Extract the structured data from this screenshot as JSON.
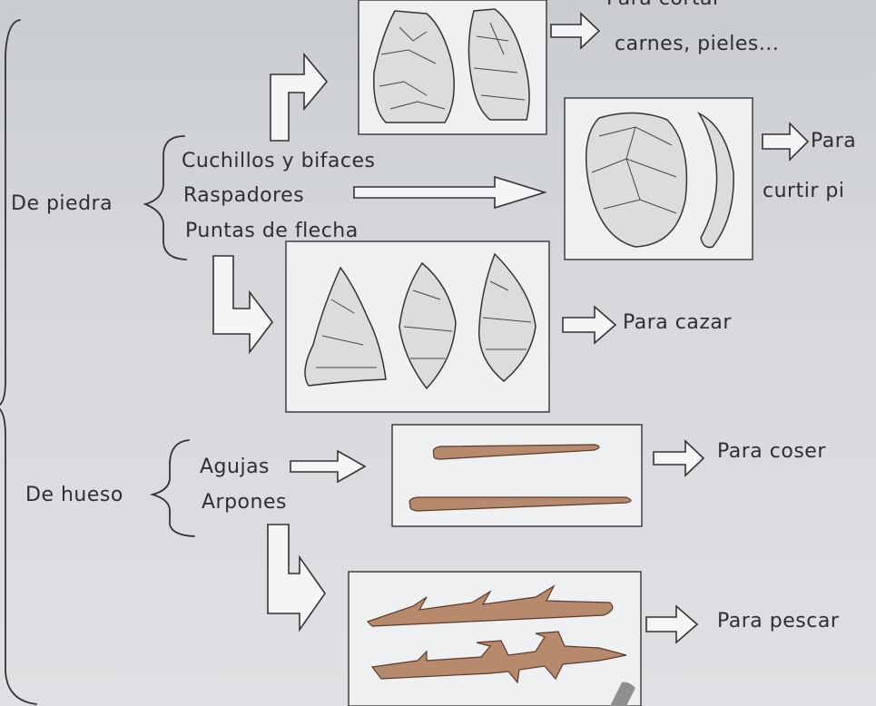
{
  "labels": {
    "cut_partial": "Para cortar",
    "cut_items": "carnes, pieles...",
    "cuchillos": "Cuchillos y bifaces",
    "raspadores": "Raspadores",
    "puntas": "Puntas de flecha",
    "de_piedra": "De piedra",
    "para_top_right": "Para",
    "curtir": "curtir pi",
    "para_cazar": "Para cazar",
    "agujas": "Agujas",
    "arpones": "Arpones",
    "de_hueso": "De hueso",
    "para_coser": "Para coser",
    "para_pescar": "Para pescar"
  },
  "colors": {
    "paper": "#dfe0e3",
    "ink": "#333333",
    "bone": "#b78a6e"
  }
}
